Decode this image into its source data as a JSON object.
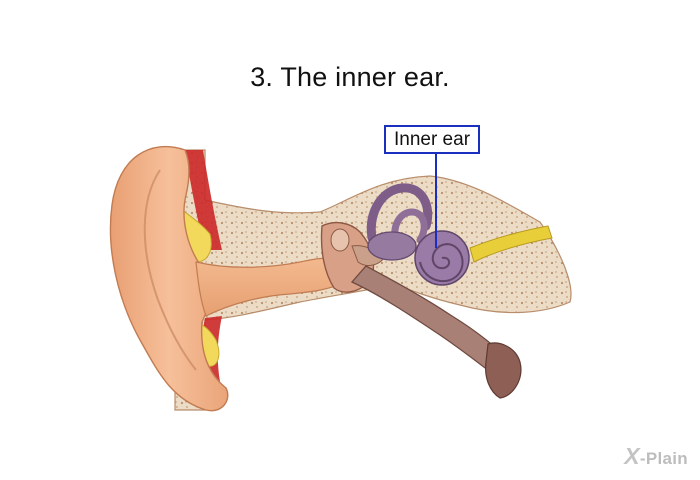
{
  "title": "3. The inner ear.",
  "callout": {
    "label": "Inner ear"
  },
  "brand": {
    "symbol": "X",
    "text": "-Plain"
  },
  "colors": {
    "callout_border": "#1a2fbf",
    "skin": "#f2b48a",
    "bone": "#ead7c0",
    "artery": "#cc2a2a",
    "fat": "#f2d95c",
    "cochlea": "#8f6f98",
    "nerve": "#e8cf3a"
  }
}
